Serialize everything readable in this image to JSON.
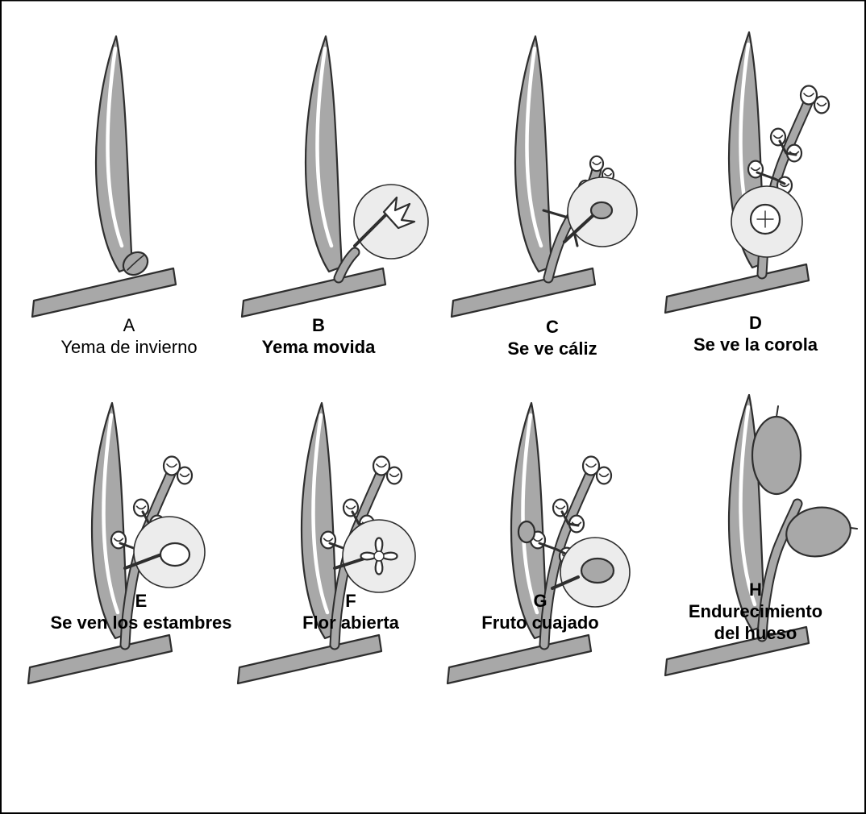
{
  "stages": [
    {
      "letter": "A",
      "lines": [
        "Yema de invierno"
      ],
      "shoot": "bud",
      "zoom": "none"
    },
    {
      "letter": "B",
      "lines": [
        "Yema movida"
      ],
      "shoot": "short",
      "zoom": "moved-bud"
    },
    {
      "letter": "C",
      "lines": [
        "Se ve cáliz"
      ],
      "shoot": "cluster-small",
      "zoom": "calyx"
    },
    {
      "letter": "D",
      "lines": [
        "Se ve la corola"
      ],
      "shoot": "cluster",
      "zoom": "corolla"
    },
    {
      "letter": "E",
      "lines": [
        "Se ven los estambres"
      ],
      "shoot": "cluster",
      "zoom": "stamens"
    },
    {
      "letter": "F",
      "lines": [
        "Flor abierta"
      ],
      "shoot": "cluster",
      "zoom": "open-flower"
    },
    {
      "letter": "G",
      "lines": [
        "Fruto cuajado"
      ],
      "shoot": "cluster",
      "zoom": "fruit-set"
    },
    {
      "letter": "H",
      "lines": [
        "Endurecimiento",
        "del hueso"
      ],
      "shoot": "olives",
      "zoom": "none"
    }
  ],
  "colors": {
    "plant": "#a8a8a8",
    "outline": "#2e2e2e",
    "zoom_fill": "#ececec",
    "frame": "#000000",
    "leaf_highlight": "#ffffff"
  }
}
